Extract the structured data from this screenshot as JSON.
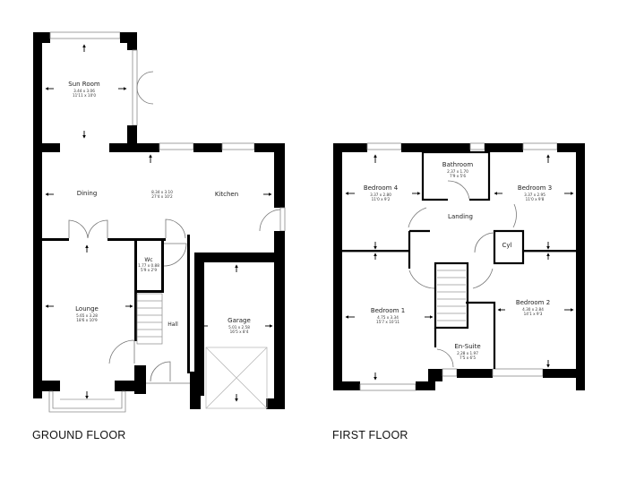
{
  "ground_floor": {
    "label": "GROUND FLOOR",
    "rooms": [
      {
        "name": "Sun Room",
        "dim_m": "3.44 x 3.06",
        "dim_ft": "11'11 x 10'0"
      },
      {
        "name": "Dining",
        "dim_m": "",
        "dim_ft": ""
      },
      {
        "name": "",
        "dim_m": "8.34 x 3.10",
        "dim_ft": "27'4 x 10'2"
      },
      {
        "name": "Kitchen",
        "dim_m": "",
        "dim_ft": ""
      },
      {
        "name": "Wc",
        "dim_m": "1.77 x 0.88",
        "dim_ft": "5'9 x 2'9"
      },
      {
        "name": "Lounge",
        "dim_m": "5.65 x 3.28",
        "dim_ft": "18'6 x 10'9"
      },
      {
        "name": "Hall",
        "dim_m": "",
        "dim_ft": ""
      },
      {
        "name": "Garage",
        "dim_m": "5.01 x 2.58",
        "dim_ft": "16'5 x 8'4"
      }
    ]
  },
  "first_floor": {
    "label": "FIRST FLOOR",
    "rooms": [
      {
        "name": "Bedroom 4",
        "dim_m": "3.37 x 2.80",
        "dim_ft": "11'0 x 9'2"
      },
      {
        "name": "Bathroom",
        "dim_m": "2.37 x 1.70",
        "dim_ft": "7'9 x 5'6"
      },
      {
        "name": "Bedroom 3",
        "dim_m": "3.37 x 2.95",
        "dim_ft": "11'0 x 9'8"
      },
      {
        "name": "Landing",
        "dim_m": "",
        "dim_ft": ""
      },
      {
        "name": "Cyl",
        "dim_m": "",
        "dim_ft": ""
      },
      {
        "name": "Bedroom 1",
        "dim_m": "4.75 x 3.34",
        "dim_ft": "15'7 x 10'11"
      },
      {
        "name": "Bedroom 2",
        "dim_m": "4.30 x 2.84",
        "dim_ft": "14'1 x 9'3"
      },
      {
        "name": "En-Suite",
        "dim_m": "2.28 x 1.97",
        "dim_ft": "7'5 x 6'5"
      }
    ]
  },
  "colors": {
    "wall": "#000000",
    "window": "#8a8a8a",
    "background": "#ffffff"
  }
}
